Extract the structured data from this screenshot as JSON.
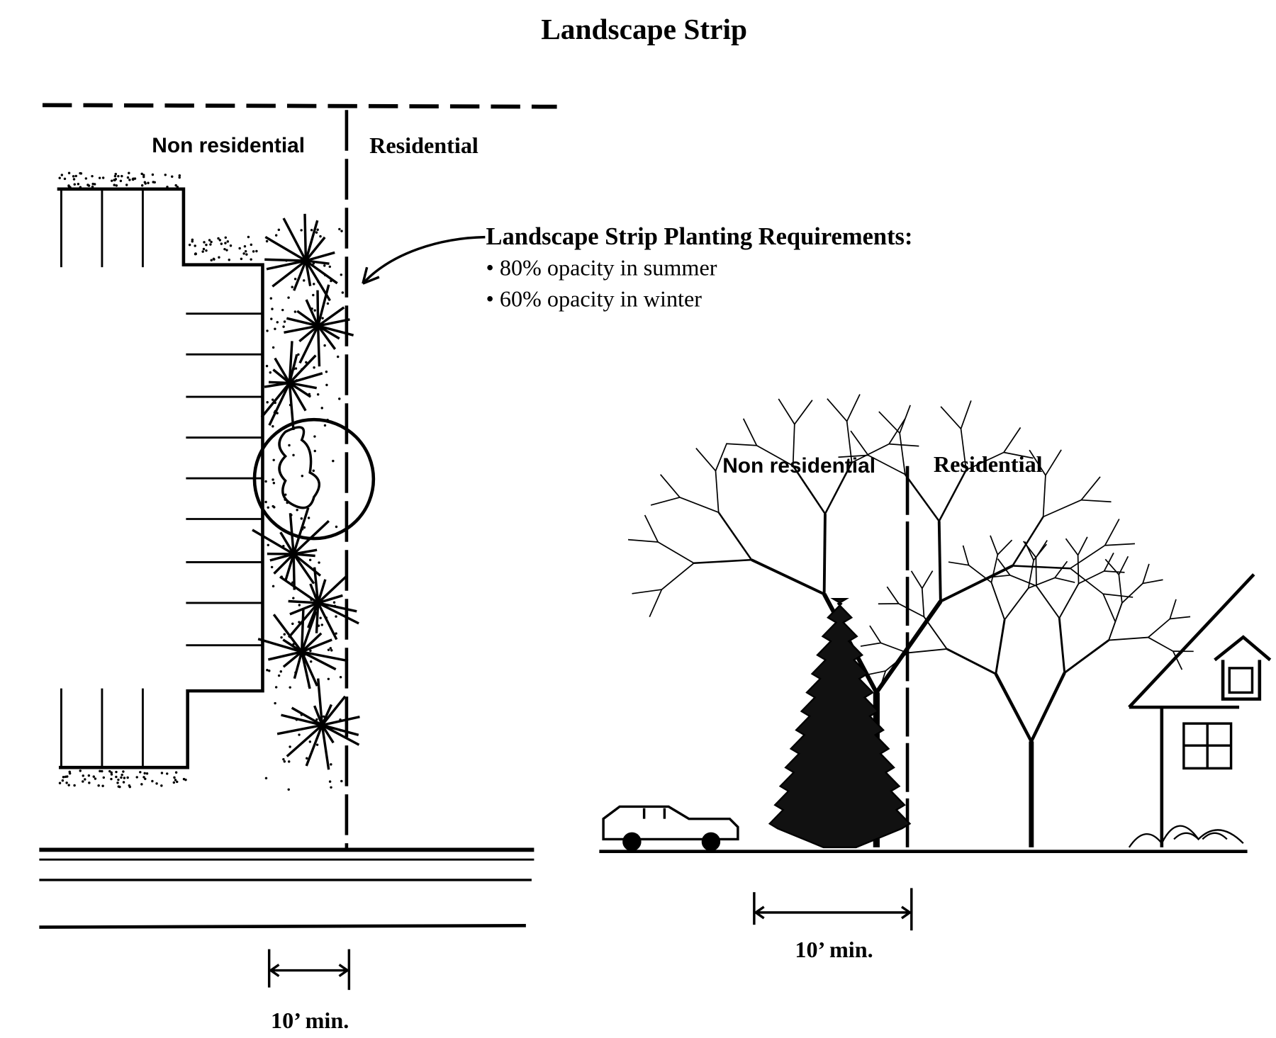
{
  "title": "Landscape Strip",
  "plan": {
    "label_nonres": "Non residential",
    "label_res": "Residential",
    "dimension": "10’ min."
  },
  "callout": {
    "heading": "Landscape Strip Planting Requirements:",
    "bullets": [
      "•  80% opacity in summer",
      "•  60% opacity in winter"
    ]
  },
  "elevation": {
    "label_nonres": "Non residential",
    "label_res": "Residential",
    "dimension": "10’ min."
  }
}
